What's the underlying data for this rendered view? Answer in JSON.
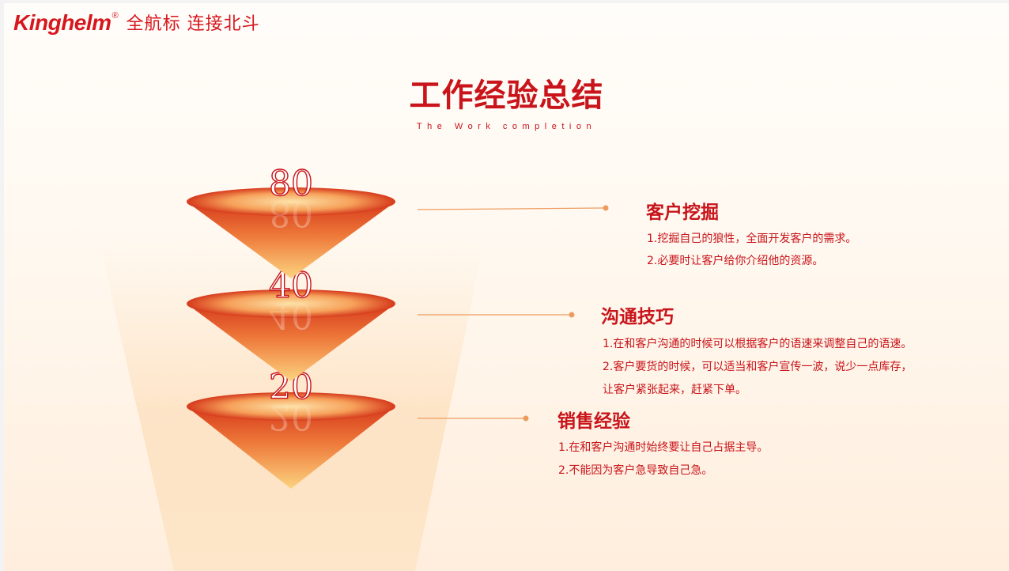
{
  "logo": {
    "brand": "Kinghelm",
    "registered": "®",
    "slogan": "全航标 连接北斗"
  },
  "title": "工作经验总结",
  "subtitle": "The Work completion",
  "funnel": {
    "levels": [
      "80",
      "40",
      "20"
    ]
  },
  "items": [
    {
      "title": "客户挖掘",
      "lines": [
        "1.挖掘自己的狼性，全面开发客户的需求。",
        "2.必要时让客户给你介绍他的资源。"
      ]
    },
    {
      "title": "沟通技巧",
      "lines": [
        "1.在和客户沟通的时候可以根据客户的语速来调整自己的语速。",
        "2.客户要货的时候，可以适当和客户宣传一波，说少一点库存，",
        "让客户紧张起来，赶紧下单。"
      ]
    },
    {
      "title": "销售经验",
      "lines": [
        "1.在和客户沟通时始终要让自己占据主导。",
        "2.不能因为客户急导致自己急。"
      ]
    }
  ],
  "colors": {
    "accent": "#c8141a",
    "cone_top": "#fde4b0",
    "cone_mid": "#f28a4a",
    "cone_edge": "#c8141a",
    "connector": "#ee9c5e"
  }
}
